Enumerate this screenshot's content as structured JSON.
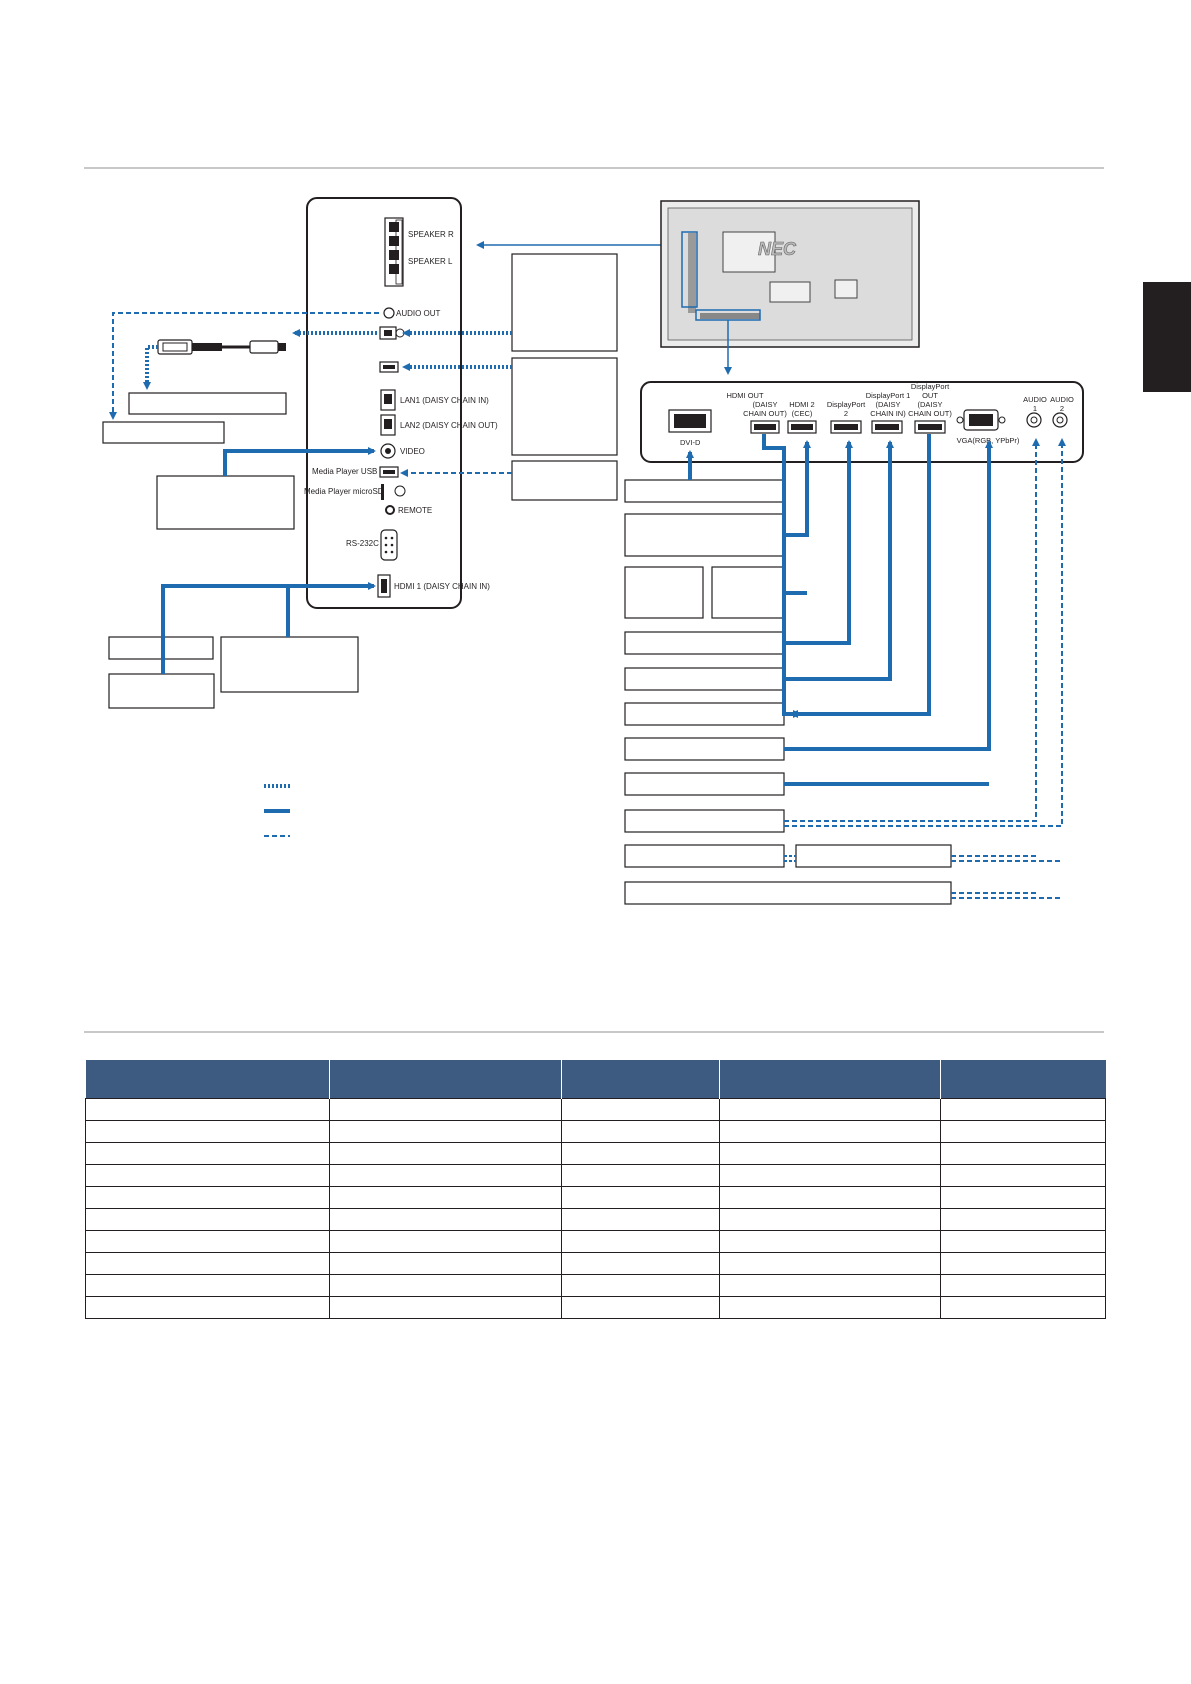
{
  "diagram": {
    "terminal_panel": {
      "speaker_r": "SPEAKER R",
      "speaker_l": "SPEAKER L",
      "audio_out": "AUDIO OUT",
      "lan1": "LAN1 (DAISY CHAIN IN)",
      "lan2": "LAN2 (DAISY CHAIN OUT)",
      "video": "VIDEO",
      "media_player_usb": "Media Player USB",
      "media_player_microsd": "Media Player microSD",
      "remote": "REMOTE",
      "rs232c": "RS-232C",
      "hdmi1": "HDMI 1 (DAISY CHAIN IN)"
    },
    "monitor_back": {
      "brand": "NEC"
    },
    "input_panel": {
      "dvi_d": "DVI-D",
      "hdmi_out": [
        "HDMI OUT",
        "(DAISY",
        "CHAIN OUT)"
      ],
      "hdmi2": [
        "HDMI 2",
        "(CEC)"
      ],
      "displayport2": [
        "DisplayPort",
        "2"
      ],
      "displayport1": [
        "DisplayPort 1",
        "(DAISY",
        "CHAIN IN)"
      ],
      "displayport_out": [
        "DisplayPort",
        "OUT",
        "(DAISY",
        "CHAIN OUT)"
      ],
      "vga": "VGA(RGB, YPbPr)",
      "audio1": [
        "AUDIO",
        "1"
      ],
      "audio2": [
        "AUDIO",
        "2"
      ]
    }
  },
  "table": {
    "columns": 5,
    "rows": 10
  },
  "colors": {
    "cable_blue": "#1f6bb0",
    "table_header": "#3d5a80",
    "line_gray": "#c8c8c8"
  }
}
